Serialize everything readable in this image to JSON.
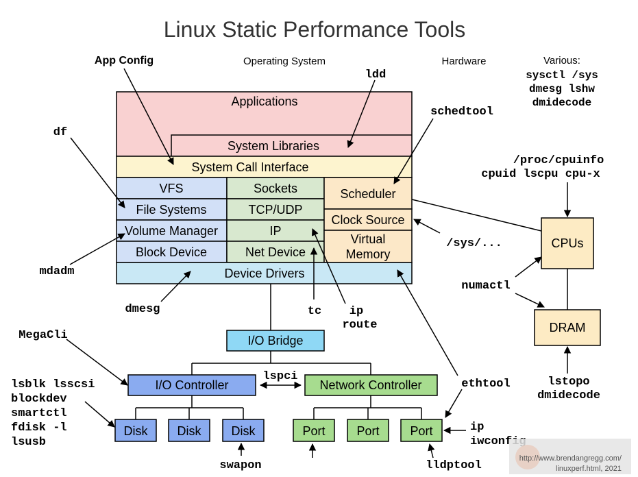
{
  "title": "Linux Static Performance Tools",
  "headers": {
    "app_config": "App Config",
    "operating_system": "Operating System",
    "hardware": "Hardware",
    "various_label": "Various:",
    "various_tools": [
      "sysctl /sys",
      "dmesg lshw",
      "dmidecode"
    ]
  },
  "os_layers": {
    "applications": "Applications",
    "system_libraries": "System Libraries",
    "system_call_interface": "System Call Interface",
    "vfs": "VFS",
    "file_systems": "File Systems",
    "volume_manager": "Volume Manager",
    "block_device": "Block Device",
    "sockets": "Sockets",
    "tcp_udp": "TCP/UDP",
    "ip": "IP",
    "net_device": "Net Device",
    "scheduler": "Scheduler",
    "clock_source": "Clock Source",
    "virtual_memory": [
      "Virtual",
      "Memory"
    ],
    "device_drivers": "Device Drivers"
  },
  "hardware": {
    "io_bridge": "I/O Bridge",
    "io_controller": "I/O Controller",
    "network_controller": "Network Controller",
    "disks": [
      "Disk",
      "Disk",
      "Disk"
    ],
    "ports": [
      "Port",
      "Port",
      "Port"
    ],
    "cpus": "CPUs",
    "dram": "DRAM"
  },
  "tools": {
    "ldd": "ldd",
    "schedtool": "schedtool",
    "df": "df",
    "mdadm": "mdadm",
    "dmesg": "dmesg",
    "tc": "tc",
    "ip_route": [
      "ip",
      "route"
    ],
    "proc_cpuinfo": [
      "/proc/cpuinfo",
      "cpuid lscpu cpu-x"
    ],
    "sys_dots": "/sys/...",
    "numactl": "numactl",
    "megacli": "MegaCli",
    "lspci": "lspci",
    "ethtool": "ethtool",
    "disk_tools": [
      "lsblk lsscsi",
      "blockdev",
      "smartctl",
      "fdisk -l",
      "lsusb"
    ],
    "swapon": "swapon",
    "ip_iwconfig": [
      "ip",
      "iwconfig"
    ],
    "lldptool": "lldptool",
    "lstopo_dmidecode": [
      "lstopo",
      "dmidecode"
    ]
  },
  "watermark": [
    "http://www.brendangregg.com/",
    "linuxperf.html, 2021"
  ],
  "colors": {
    "applications": "#f9d1d1",
    "syscall": "#fdf4cf",
    "vfs_group": "#d2e0f7",
    "net_group": "#d8e8cf",
    "sched_group": "#fce8c8",
    "device_drivers": "#c9e8f5",
    "io_bridge": "#8fd8f5",
    "io_controller": "#8aabf0",
    "network_controller": "#a7dc8f",
    "cpu_dram": "#fdebc4",
    "title": "#333333"
  }
}
